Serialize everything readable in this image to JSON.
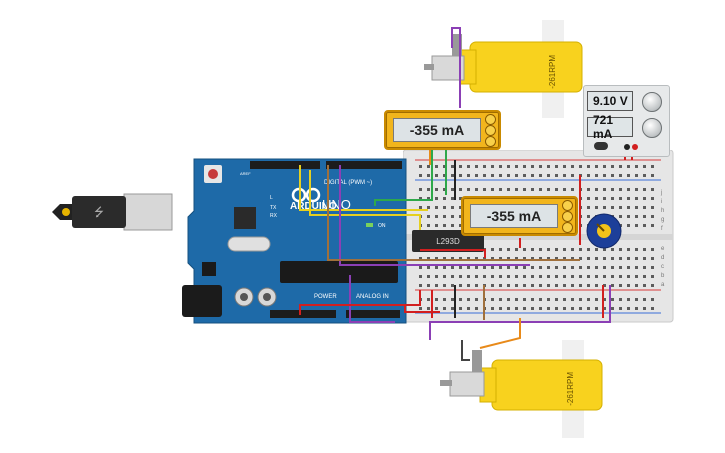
{
  "meters": {
    "top": {
      "reading": "-355 mA"
    },
    "mid": {
      "reading": "-355 mA"
    }
  },
  "power_supply": {
    "voltage": "9.10 V",
    "current": "721 mA"
  },
  "motors": {
    "top": {
      "label": "-261RPM"
    },
    "bottom": {
      "label": "-261RPM"
    }
  },
  "arduino": {
    "brand": "ARDUINO",
    "model": "UNO",
    "digital_label": "DIGITAL (PWM ~)",
    "power_label": "POWER",
    "analog_label": "ANALOG IN",
    "on_label": "ON",
    "tx_label": "TX",
    "rx_label": "RX",
    "l_label": "L",
    "aref_label": "AREF"
  },
  "driver_chip": {
    "label": "L293D"
  },
  "breadboard": {
    "row_letters_top": [
      "j",
      "i",
      "h",
      "g",
      "f"
    ],
    "row_letters_bottom": [
      "e",
      "d",
      "c",
      "b",
      "a"
    ]
  },
  "colors": {
    "arduino_blue": "#1e6aa8",
    "motor_yellow": "#f8d21e",
    "meter_orange": "#f2b51c",
    "wire_red": "#d21f1f",
    "wire_green": "#2ea84a",
    "wire_purple": "#8b3fb5",
    "wire_orange": "#e88a1a",
    "wire_yellow": "#e6d020",
    "wire_brown": "#a0703c"
  }
}
